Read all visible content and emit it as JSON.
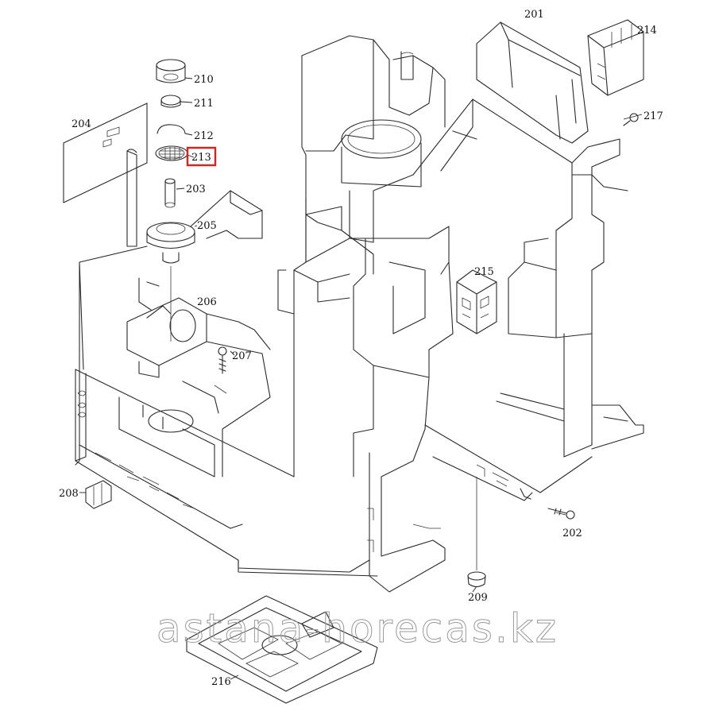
{
  "diagram": {
    "callouts": {
      "c201": "201",
      "c202": "202",
      "c203": "203",
      "c204": "204",
      "c205": "205",
      "c206": "206",
      "c207": "207",
      "c208": "208",
      "c209": "209",
      "c210": "210",
      "c211": "211",
      "c212": "212",
      "c213": "213",
      "c214": "214",
      "c215": "215",
      "c216": "216",
      "c217": "217"
    },
    "highlighted_callout": "213",
    "highlight_color": "#e0201b",
    "line_color": "#2a2a2a"
  },
  "watermark": {
    "text": "astana-horecas.kz"
  }
}
